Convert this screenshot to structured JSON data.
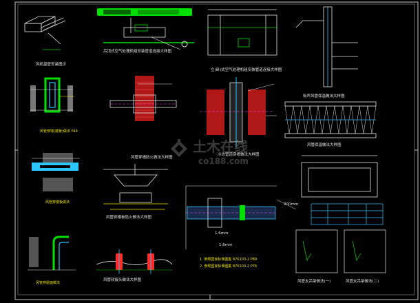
{
  "colors": {
    "background": "#000000",
    "frame": "#c8c8c8",
    "line_white": "#e6e6e6",
    "line_green": "#00e000",
    "line_cyan": "#2ec4ff",
    "line_yellow": "#f2e600",
    "line_red": "#ff2a2a",
    "line_magenta": "#ff40ff",
    "watermark": "#6a6a6a"
  },
  "watermark": {
    "cn": "土木在线",
    "en": "co188.com"
  },
  "annotations": {
    "dim_200": "200mm",
    "dim_16_a": "1.6mm",
    "dim_16_b": "1.6mm"
  },
  "notes": {
    "line1": "1.  参照国家标准图集 87K103-2 P89",
    "line2": "2.  参照国家标准图集 87K103-2 P76"
  },
  "icons": [
    "watermark-logo-icon"
  ]
}
